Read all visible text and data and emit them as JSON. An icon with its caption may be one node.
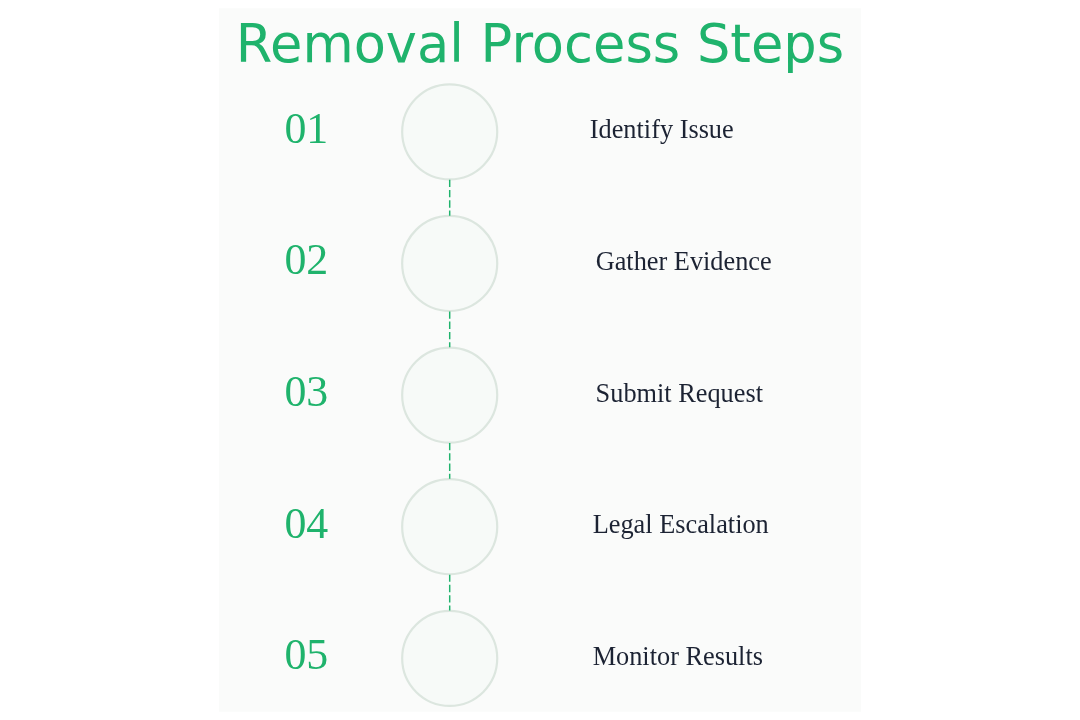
{
  "diagram": {
    "title": "Removal Process Steps",
    "nodes": [
      {
        "text": [],
        "shape": "circle",
        "beside": [
          "01",
          "Identify Issue"
        ]
      },
      {
        "text": [],
        "shape": "circle",
        "beside": [
          "02",
          "Gather Evidence"
        ]
      },
      {
        "text": [],
        "shape": "circle",
        "beside": [
          "03",
          "Submit Request"
        ]
      },
      {
        "text": [],
        "shape": "circle",
        "beside": [
          "04",
          "Legal Escalation"
        ]
      },
      {
        "text": [],
        "shape": "circle",
        "beside": [
          "05",
          "Monitor Results"
        ]
      }
    ],
    "edges": [
      {
        "from": 0,
        "to": 1,
        "arrow": "none",
        "style": "dashed"
      },
      {
        "from": 1,
        "to": 2,
        "arrow": "none",
        "style": "dashed"
      },
      {
        "from": 2,
        "to": 3,
        "arrow": "none",
        "style": "dashed"
      },
      {
        "from": 3,
        "to": 4,
        "arrow": "none",
        "style": "dashed"
      }
    ]
  }
}
